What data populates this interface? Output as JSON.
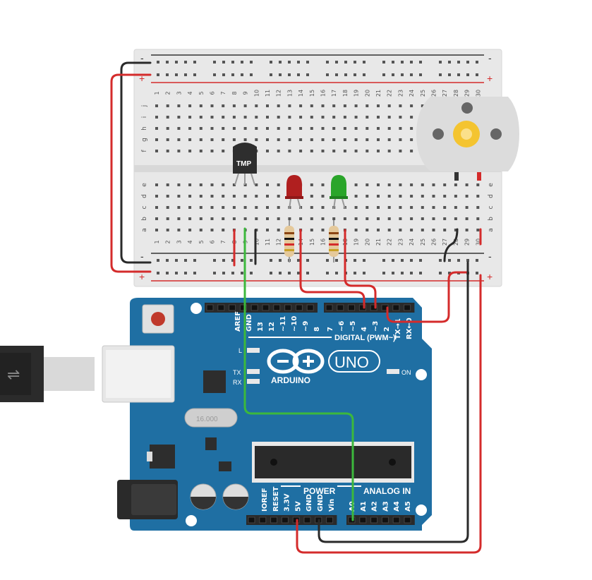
{
  "breadboard": {
    "row_letters_top": [
      "j",
      "i",
      "h",
      "g",
      "f"
    ],
    "row_letters_bottom": [
      "e",
      "d",
      "c",
      "b",
      "a"
    ],
    "column_numbers": [
      "1",
      "2",
      "3",
      "4",
      "5",
      "6",
      "7",
      "8",
      "9",
      "10",
      "11",
      "12",
      "13",
      "14",
      "15",
      "16",
      "17",
      "18",
      "19",
      "20",
      "21",
      "22",
      "23",
      "24",
      "25",
      "26",
      "27",
      "28",
      "29",
      "30"
    ],
    "rail_minus": "-",
    "rail_plus": "+"
  },
  "components": {
    "temp_sensor_label": "TMP"
  },
  "arduino": {
    "digital_header_top": [
      "AREF",
      "GND",
      "13",
      "12",
      "~11",
      "~10",
      "~9",
      "8"
    ],
    "digital_header_right": [
      "7",
      "~6",
      "~5",
      "4",
      "~3",
      "2"
    ],
    "tx_label": "TX",
    "rx_label": "RX",
    "tx_pin": "TX→1",
    "rx_pin": "RX←0",
    "digital_title": "DIGITAL (PWM~)",
    "led_l": "L",
    "led_tx": "TX",
    "led_rx": "RX",
    "brand": "ARDUINO",
    "model": "UNO",
    "on_label": "ON",
    "crystal": "16.000",
    "power_title": "POWER",
    "analog_title": "ANALOG IN",
    "power_pins": [
      "IOREF",
      "RESET",
      "3.3V",
      "5V",
      "GND",
      "GND",
      "Vin"
    ],
    "analog_pins": [
      "A0",
      "A1",
      "A2",
      "A3",
      "A4",
      "A5"
    ]
  },
  "colors": {
    "board_blue": "#1f6fa3",
    "wire_red": "#d42b2b",
    "wire_black": "#2a2a2a",
    "wire_green": "#3cb83c",
    "led_red": "#b01f1f",
    "led_green": "#2aa52a",
    "motor_gear": "#f4c430"
  }
}
